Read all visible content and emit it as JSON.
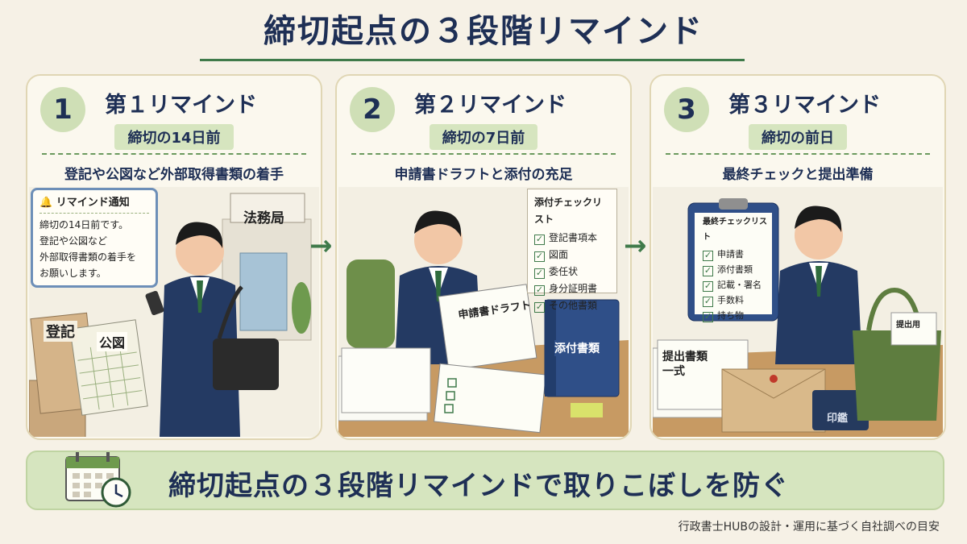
{
  "title": "締切起点の３段階リマインド",
  "panels": [
    {
      "number": "1",
      "title": "第１リマインド",
      "timing": "締切の14日前",
      "task": "登記や公図など外部取得書類の着手"
    },
    {
      "number": "2",
      "title": "第２リマインド",
      "timing": "締切の7日前",
      "task": "申請書ドラフトと添付の充足"
    },
    {
      "number": "3",
      "title": "第３リマインド",
      "timing": "締切の前日",
      "task": "最終チェックと提出準備"
    }
  ],
  "panel1": {
    "notice_title": "リマインド通知",
    "notice_lines": [
      "締切の14日前です。",
      "登記や公図など",
      "外部取得書類の着手を",
      "お願いします。"
    ],
    "building_sign": "法務局",
    "envelope_label": "登記",
    "map_label": "公図"
  },
  "panel2": {
    "checklist_title": "添付チェックリスト",
    "checklist_items": [
      "登記書項本",
      "図面",
      "委任状",
      "身分証明書",
      "その他書類"
    ],
    "draft_label": "申請書ドラフト",
    "binder_label": "添付書類"
  },
  "panel3": {
    "checklist_title": "最終チェックリスト",
    "checklist_items": [
      "申請書",
      "添付書類",
      "記載・署名",
      "手数料",
      "持ち物"
    ],
    "stack_label_1": "提出書類",
    "stack_label_2": "一式",
    "seal_label": "印鑑",
    "bag_label": "提出用"
  },
  "footer_text": "締切起点の３段階リマインドで取りこぼしを防ぐ",
  "source": "行政書士HUBの設計・運用に基づく自社調べの目安",
  "colors": {
    "navy": "#1e2f55",
    "green": "#3f7a4a",
    "light_green": "#d6e5bf",
    "background": "#f6f1e6"
  }
}
